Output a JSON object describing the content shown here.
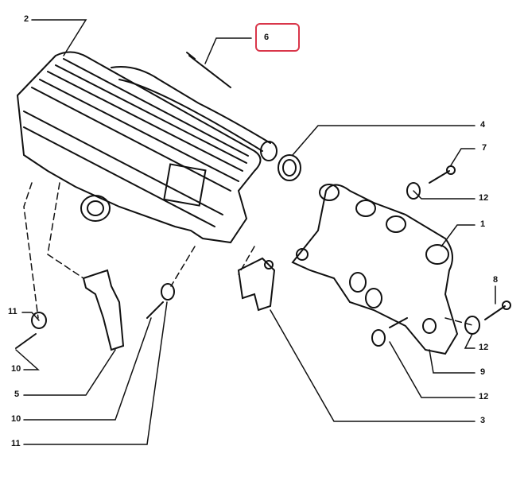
{
  "labels": {
    "l2": "2",
    "l6": "6",
    "l4": "4",
    "l7": "7",
    "l12a": "12",
    "l1": "1",
    "l8": "8",
    "l12b": "12",
    "l9": "9",
    "l12c": "12",
    "l3": "3",
    "l11a": "11",
    "l10a": "10",
    "l5": "5",
    "l10b": "10",
    "l11b": "11"
  },
  "highlight": {
    "part": "6",
    "color": "#d9364a"
  }
}
